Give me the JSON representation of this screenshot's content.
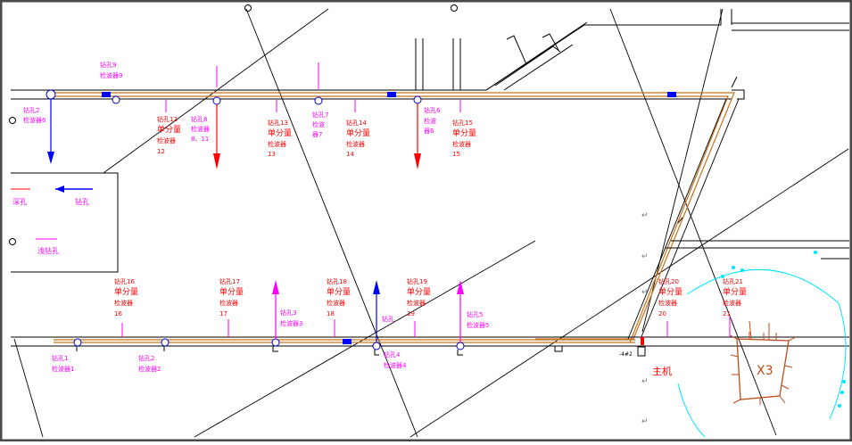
{
  "colors": {
    "frame": "#4a4a4a",
    "line": "#000000",
    "pipe": "#c8741e",
    "label": "#ff0000",
    "magenta": "#ff00ff",
    "blue": "#0000ff",
    "cyan": "#00e5ff",
    "hatch": "#c04a1a"
  },
  "top_row": {
    "g12": {
      "line1": "钻孔12",
      "line2": "单分量",
      "line3": "检波器",
      "line4": "12"
    },
    "g13": {
      "line1": "钻孔13",
      "line2": "单分量",
      "line3": "检波器",
      "line4": "13"
    },
    "g14": {
      "line1": "钻孔14",
      "line2": "单分量",
      "line3": "检波器",
      "line4": "14"
    },
    "g15": {
      "line1": "钻孔15",
      "line2": "单分量",
      "line3": "检波器",
      "line4": "15"
    },
    "b8": {
      "line1": "钻孔8",
      "line2": "检波器",
      "line3": "8、11"
    },
    "b9": {
      "line1": "钻孔9",
      "line2": "检波器9"
    },
    "b2": {
      "line1": "钻孔2",
      "line2": "检波器6"
    },
    "b7": {
      "line1": "钻孔7",
      "line2": "检波",
      "line3": "器7"
    },
    "b6": {
      "line1": "钻孔6",
      "line2": "检波",
      "line3": "器6"
    }
  },
  "bottom_row": {
    "g16": {
      "line1": "钻孔16",
      "line2": "单分量",
      "line3": "检波器",
      "line4": "16"
    },
    "g17": {
      "line1": "钻孔17",
      "line2": "单分量",
      "line3": "检波器",
      "line4": "17"
    },
    "g18": {
      "line1": "钻孔18",
      "line2": "单分量",
      "line3": "检波器",
      "line4": "18"
    },
    "g19": {
      "line1": "钻孔19",
      "line2": "单分量",
      "line3": "检波器",
      "line4": "19"
    },
    "g20": {
      "line1": "钻孔20",
      "line2": "单分量",
      "line3": "检波器",
      "line4": "20"
    },
    "g21": {
      "line1": "钻孔21",
      "line2": "单分量",
      "line3": "检波器",
      "line4": "21"
    },
    "b1": {
      "line1": "钻孔1",
      "line2": "检波器1"
    },
    "b2": {
      "line1": "钻孔2",
      "line2": "检波器2"
    },
    "b3": {
      "line1": "钻孔3",
      "line2": "检波器3"
    },
    "b4": {
      "line1": "钻孔4",
      "line2": "检波器4"
    },
    "b5": {
      "line1": "钻孔5",
      "line2": "检波器5"
    },
    "b_open": {
      "line1": "钻孔"
    }
  },
  "legend": {
    "item1": "深孔",
    "item2": "钻孔",
    "item3": "浅钻孔"
  },
  "host": {
    "label": "主机",
    "tag": "-4#2"
  },
  "zone": {
    "label": "X3"
  },
  "para_mark": "↵"
}
